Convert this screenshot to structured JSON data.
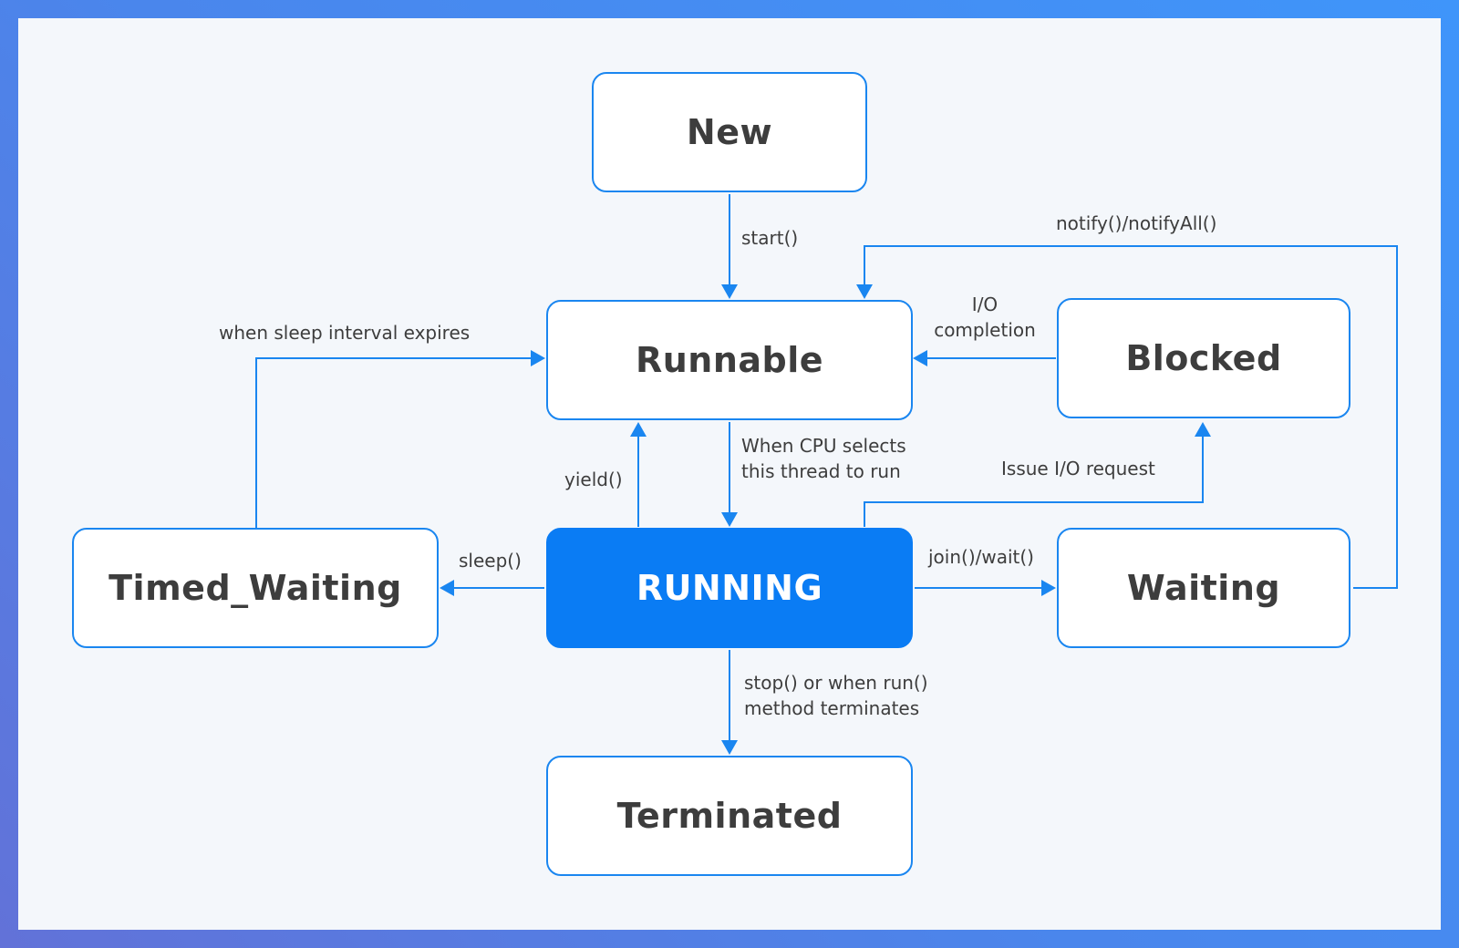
{
  "states": {
    "new": "New",
    "runnable": "Runnable",
    "blocked": "Blocked",
    "running": "RUNNING",
    "timed_waiting": "Timed_Waiting",
    "waiting": "Waiting",
    "terminated": "Terminated"
  },
  "transitions": {
    "start": "start()",
    "notify": "notify()/notifyAll()",
    "sleep_expires": "when sleep interval expires",
    "io_completion_line1": "I/O",
    "io_completion_line2": "completion",
    "cpu_selects_line1": "When CPU selects",
    "cpu_selects_line2": "this thread to run",
    "yield": "yield()",
    "issue_io": "Issue I/O request",
    "sleep": "sleep()",
    "join_wait": "join()/wait()",
    "stop_line1": "stop() or when run()",
    "stop_line2": "method terminates"
  },
  "colors": {
    "accent": "#1a86f0",
    "running_fill": "#0a7cf4",
    "background": "#f4f7fb"
  }
}
